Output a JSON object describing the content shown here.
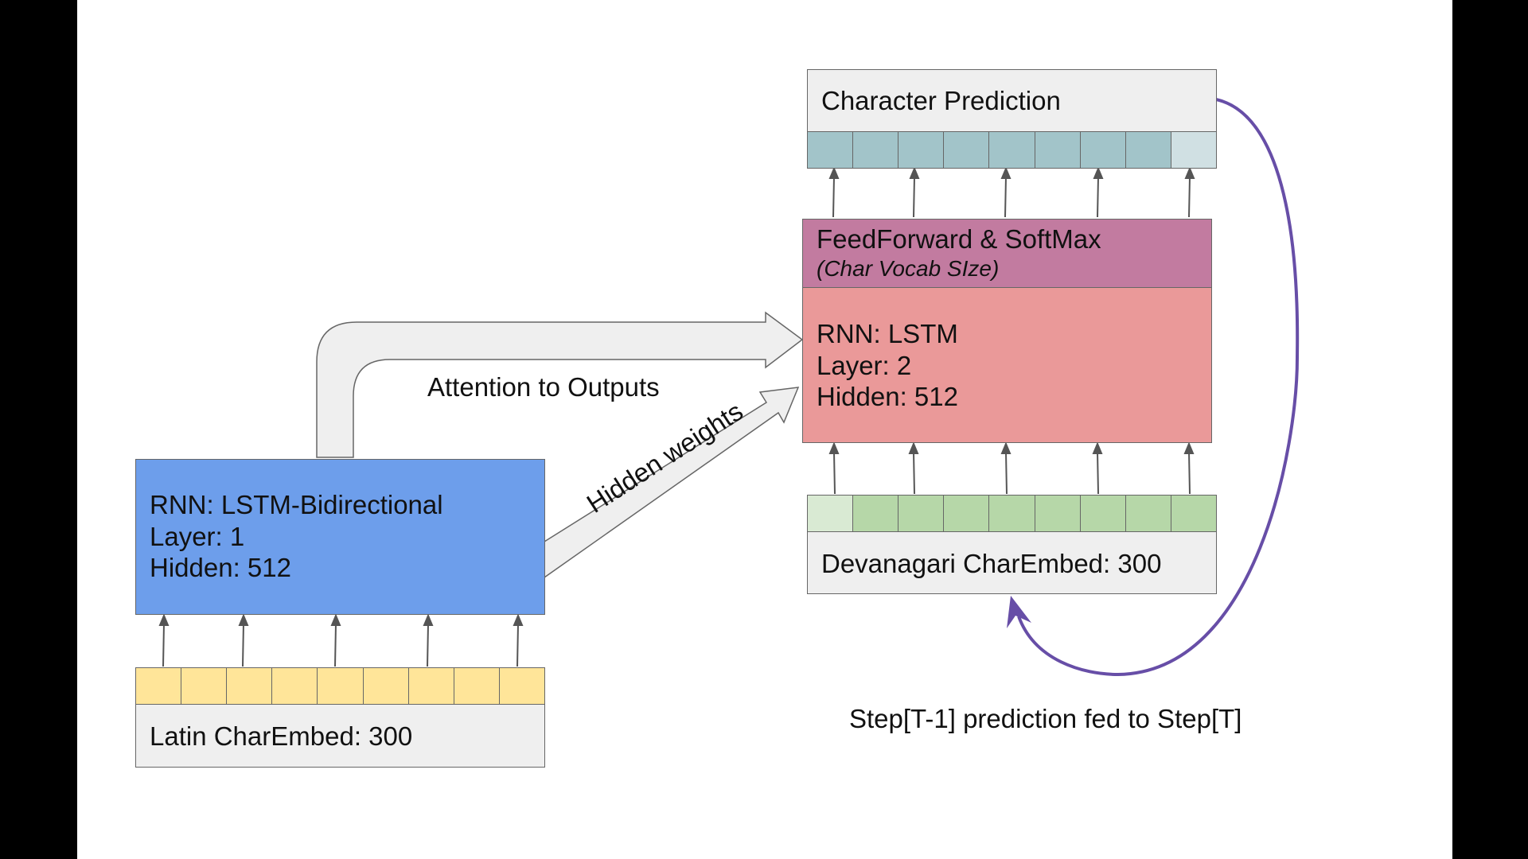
{
  "encoder": {
    "title": "RNN: LSTM-Bidirectional",
    "layer": "Layer: 1",
    "hidden": "Hidden: 512",
    "color": "#6d9eeb"
  },
  "latin_embed": {
    "label": "Latin CharEmbed: 300",
    "cell_color": "#ffe599",
    "cells": 9
  },
  "decoder": {
    "title": "RNN: LSTM",
    "layer": "Layer: 2",
    "hidden": "Hidden: 512",
    "color": "#ea9999"
  },
  "feedforward": {
    "title": "FeedForward & SoftMax",
    "subtitle": "(Char Vocab SIze)",
    "color": "#c27ba0"
  },
  "prediction": {
    "label": "Character Prediction",
    "cell_color": "#a2c4c9",
    "last_cell_color": "#d0e0e3",
    "cells": 9
  },
  "devanagari_embed": {
    "label": "Devanagari CharEmbed: 300",
    "cell_color": "#b6d7a8",
    "first_cell_color": "#d9ead3",
    "cells": 9
  },
  "arrows": {
    "attention_label": "Attention to Outputs",
    "hidden_weights_label": "Hidden weights",
    "feedback_label": "Step[T-1] prediction fed to Step[T]",
    "feedback_color": "#674ea7"
  },
  "background_color": "#ffffff",
  "label_box_color": "#efefef"
}
